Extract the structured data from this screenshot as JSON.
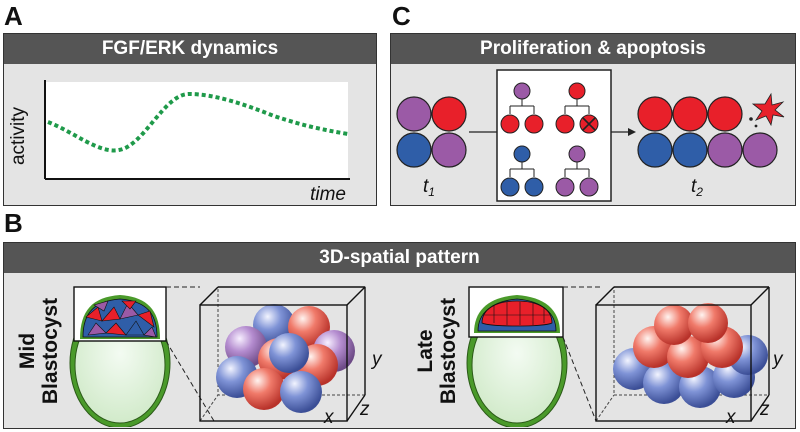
{
  "panels": {
    "a": {
      "letter": "A",
      "title": "FGF/ERK dynamics",
      "ylabel": "activity",
      "xlabel": "time"
    },
    "b": {
      "letter": "B",
      "title": "3D-spatial pattern",
      "mid_label_1": "Mid",
      "mid_label_2": "Blastocyst",
      "late_label_1": "Late",
      "late_label_2": "Blastocyst",
      "axis_x": "x",
      "axis_y": "y",
      "axis_z": "z"
    },
    "c": {
      "letter": "C",
      "title": "Proliferation & apoptosis",
      "t1": "t",
      "t1_sub": "1",
      "t2": "t",
      "t2_sub": "2"
    }
  },
  "colors": {
    "red": "#e8202a",
    "blue": "#2f5ea8",
    "purple": "#9b5aa6",
    "green_curve": "#1f9a4a",
    "embryo_green": "#4a9a2a",
    "header": "#555555",
    "panel_bg": "#e4e4e4"
  }
}
